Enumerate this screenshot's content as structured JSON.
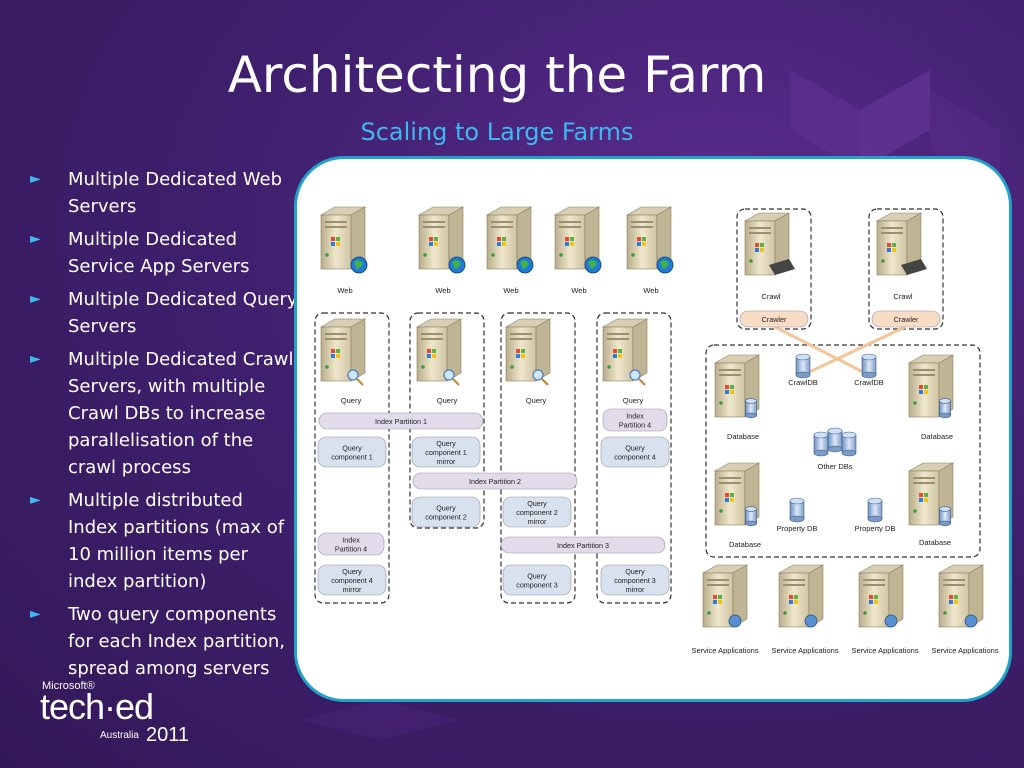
{
  "slide": {
    "title": "Architecting the Farm",
    "subtitle": "Scaling to Large Farms",
    "bullets": [
      "Multiple Dedicated Web Servers",
      "Multiple Dedicated Service App Servers",
      "Multiple Dedicated Query Servers",
      "Multiple Dedicated Crawl Servers, with multiple Crawl DBs to increase parallelisation of the crawl process",
      "Multiple distributed Index partitions (max of 10 million items per index partition)",
      "Two query components for each Index partition, spread among servers"
    ],
    "accent": "#3fb7f0",
    "background": "#40206f",
    "panel_border": "#1fa3c9"
  },
  "logo": {
    "microsoft": "Microsoft®",
    "teched": "tech·ed",
    "region": "Australia",
    "year": "2011"
  },
  "diagram": {
    "web_servers": [
      "Web",
      "Web",
      "Web",
      "Web",
      "Web"
    ],
    "query_servers": [
      "Query",
      "Query",
      "Query",
      "Query"
    ],
    "index_partitions": [
      "Index Partition 1",
      "Index Partition 2",
      "Index Partition 3",
      "Index Partition 4",
      "Index Partition 4"
    ],
    "query_components": [
      "Query component 1",
      "Query component 1 mirror",
      "Query component 2",
      "Query component 2 mirror",
      "Query component 3",
      "Query component 3 mirror",
      "Query component 4",
      "Query component 4 mirror"
    ],
    "crawl_servers": [
      "Crawl",
      "Crawl"
    ],
    "crawlers": [
      "Crawler",
      "Crawler"
    ],
    "crawl_dbs": [
      "CrawlDB",
      "CrawlDB"
    ],
    "database_servers": [
      "Database",
      "Database",
      "Database",
      "Database"
    ],
    "other_dbs": "Other DBs",
    "property_dbs": [
      "Property DB",
      "Property DB"
    ],
    "service_applications": [
      "Service Applications",
      "Service Applications",
      "Service Applications",
      "Service Applications"
    ],
    "colors": {
      "partition_fill": "#e2dcea",
      "component_fill": "#d8e2ee",
      "crawler_fill": "#f9dcc4",
      "server_body": "#e9e0c4"
    }
  }
}
